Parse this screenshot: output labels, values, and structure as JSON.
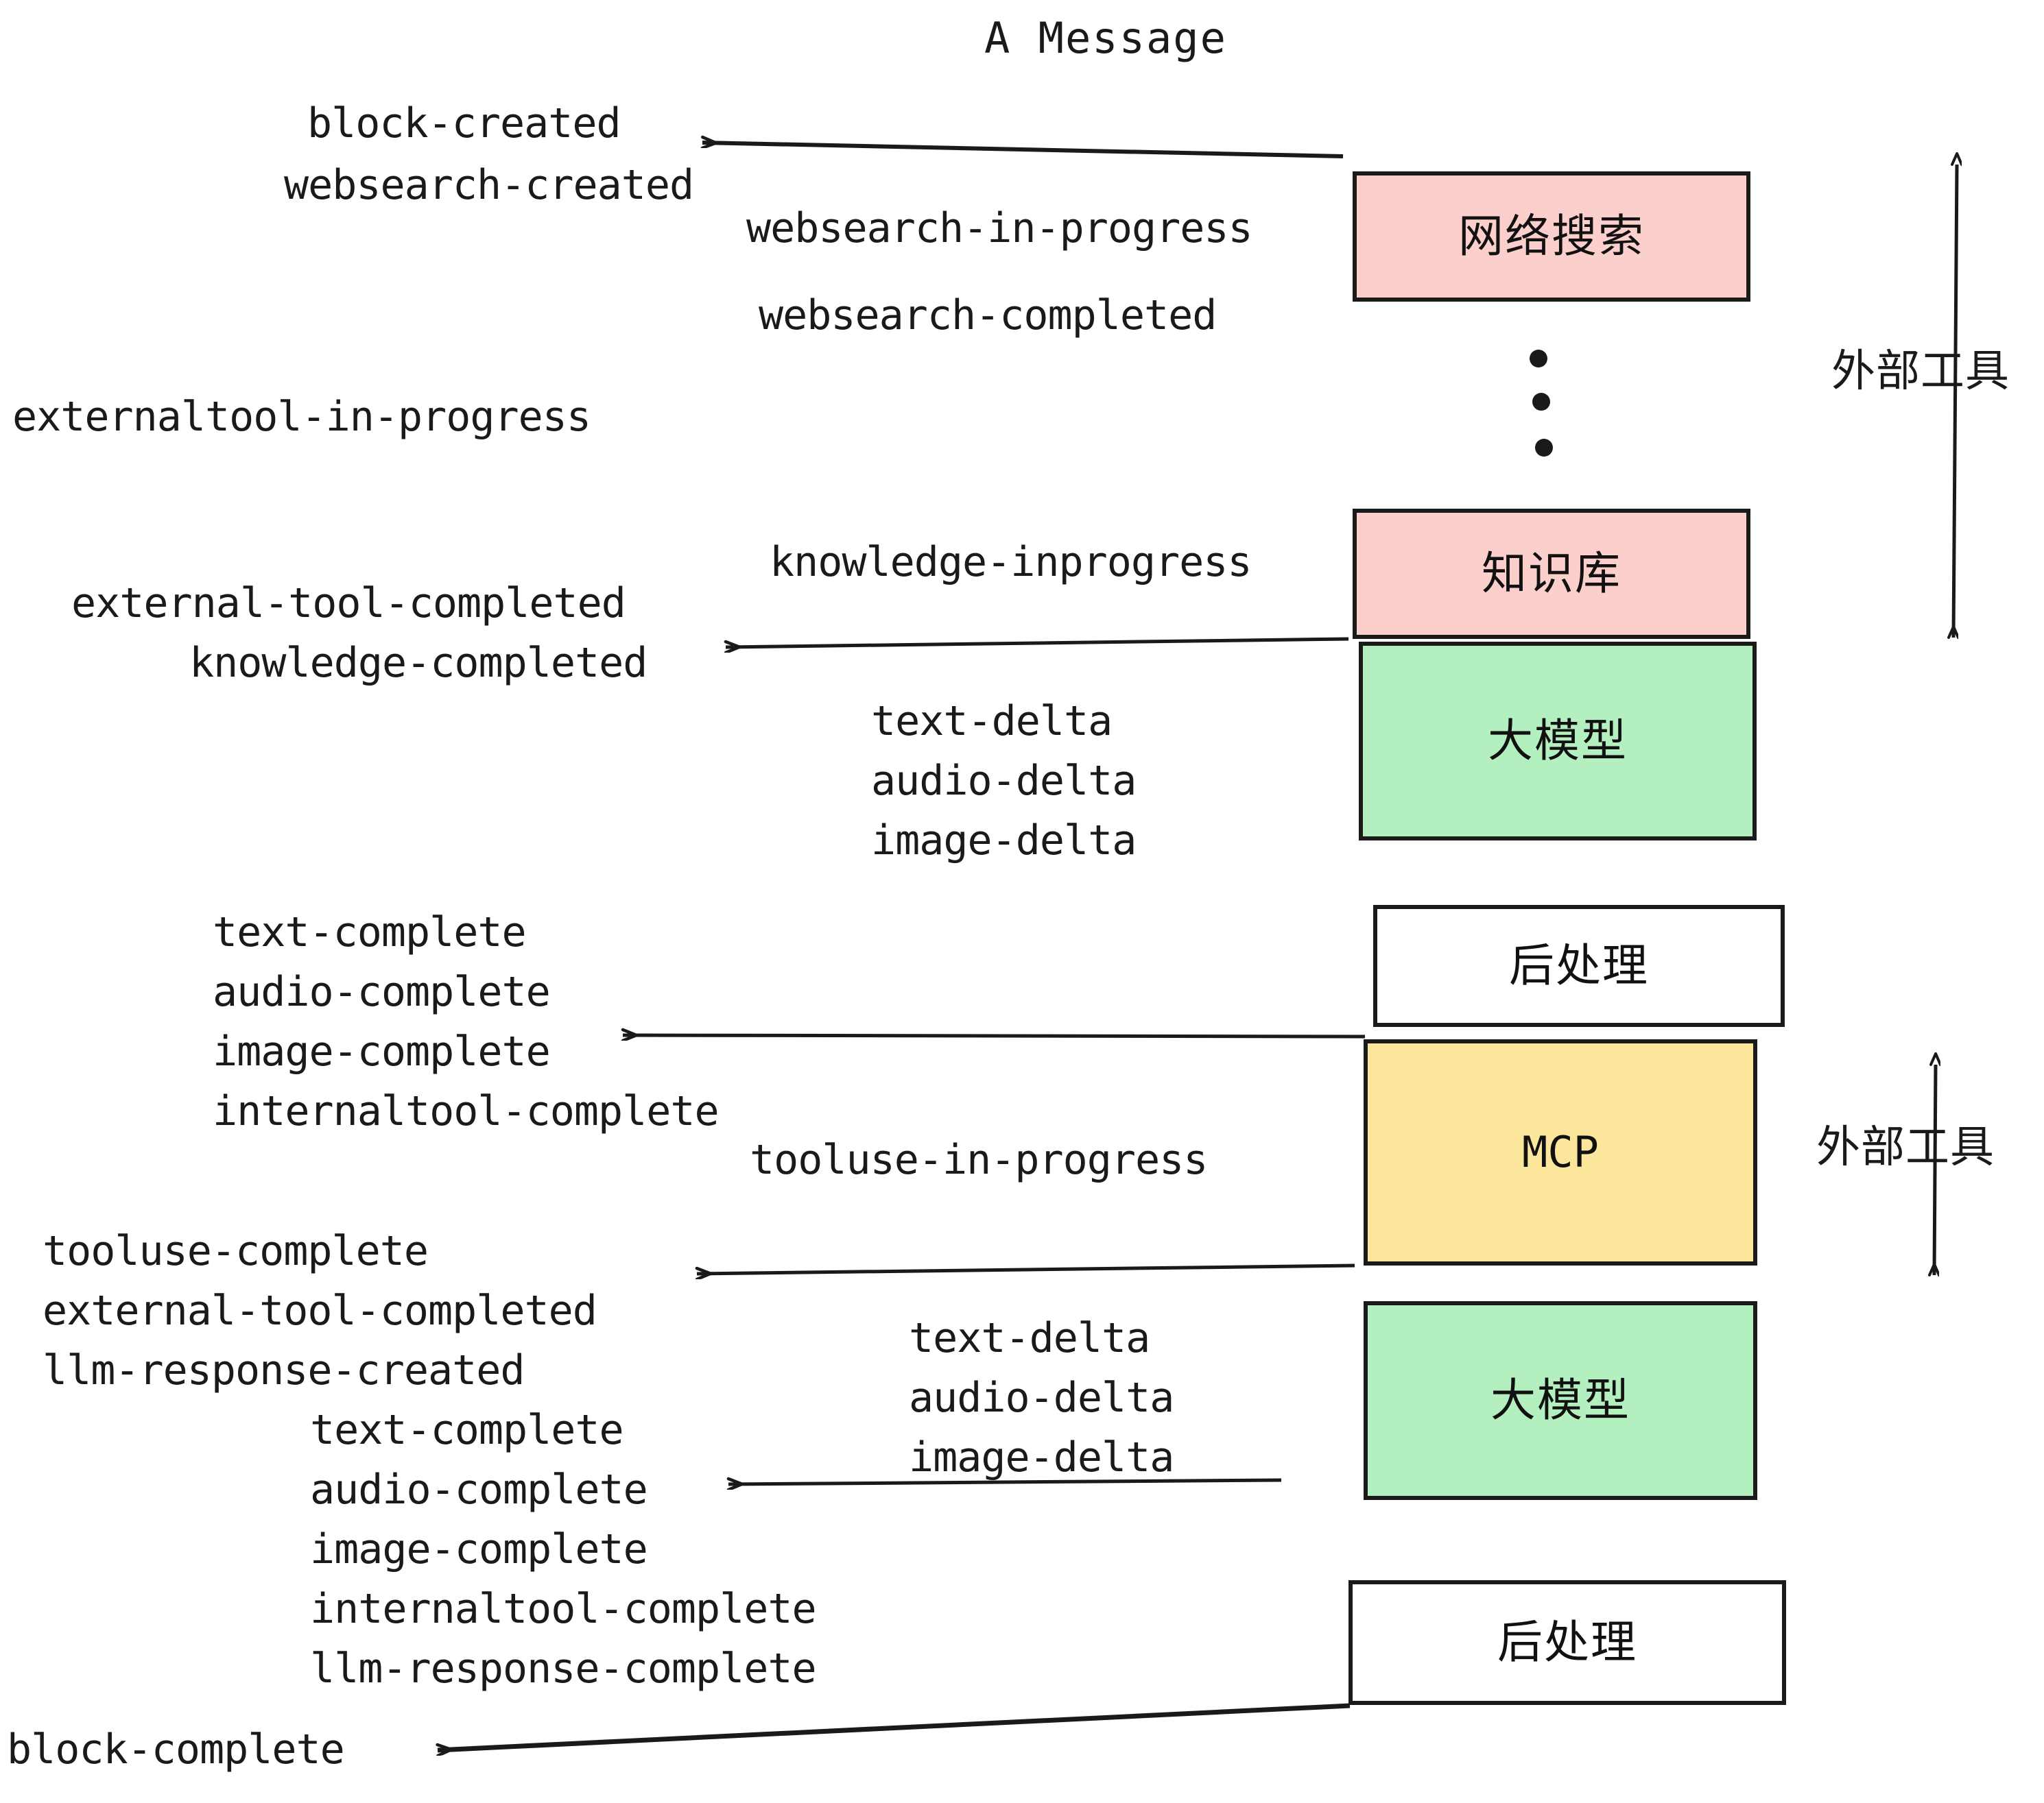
{
  "title": "A Message",
  "colors": {
    "pink": "#fbcfcb",
    "green": "#b4f0bf",
    "yellow": "#fbe69b",
    "white": "#ffffff",
    "stroke": "#1a1a1a",
    "text": "#1a1a1a"
  },
  "boxes": [
    {
      "id": "websearch",
      "label": "网络搜索",
      "fill": "#fbcfcb"
    },
    {
      "id": "knowledge",
      "label": "知识库",
      "fill": "#fbcfcb"
    },
    {
      "id": "llm-1",
      "label": "大模型",
      "fill": "#b4f0bf"
    },
    {
      "id": "postprocess-1",
      "label": "后处理",
      "fill": "#ffffff"
    },
    {
      "id": "mcp",
      "label": "MCP",
      "fill": "#fbe69b"
    },
    {
      "id": "llm-2",
      "label": "大模型",
      "fill": "#b4f0bf"
    },
    {
      "id": "postprocess-2",
      "label": "后处理",
      "fill": "#ffffff"
    }
  ],
  "side_labels": {
    "external_tool_top": "外部工具",
    "external_tool_bottom": "外部工具"
  },
  "events": {
    "block_created": "block-created",
    "websearch_created": "websearch-created",
    "websearch_in_progress": "websearch-in-progress",
    "websearch_completed": "websearch-completed",
    "externaltool_in_progress": "externaltool-in-progress",
    "knowledge_inprogress": "knowledge-inprogress",
    "external_tool_completed_1": "external-tool-completed",
    "knowledge_completed": "knowledge-completed",
    "text_delta_1": "text-delta",
    "audio_delta_1": "audio-delta",
    "image_delta_1": "image-delta",
    "text_complete_1": "text-complete",
    "audio_complete_1": "audio-complete",
    "image_complete_1": "image-complete",
    "internaltool_complete_1": "internaltool-complete",
    "tooluse_in_progress": "tooluse-in-progress",
    "tooluse_complete": "tooluse-complete",
    "external_tool_completed_2": "external-tool-completed",
    "llm_response_created": "llm-response-created",
    "text_delta_2": "text-delta",
    "audio_delta_2": "audio-delta",
    "image_delta_2": "image-delta",
    "text_complete_2": "text-complete",
    "audio_complete_2": "audio-complete",
    "image_complete_2": "image-complete",
    "internaltool_complete_2": "internaltool-complete",
    "llm_response_complete": "llm-response-complete",
    "block_complete": "block-complete"
  }
}
